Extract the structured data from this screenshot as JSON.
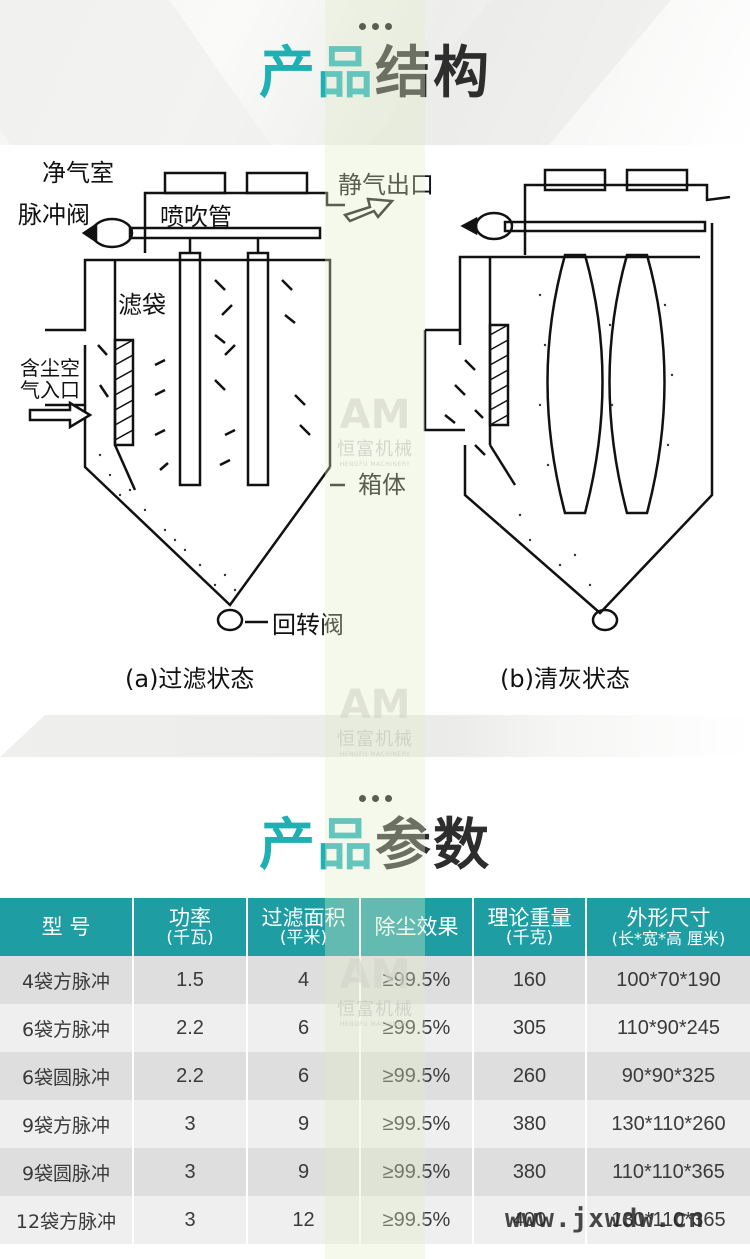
{
  "structure_section": {
    "title_accent": "产品",
    "title_rest": "结构"
  },
  "diagram": {
    "labels": {
      "clean_air_chamber": "净气室",
      "pulse_valve": "脉冲阀",
      "blow_pipe": "喷吹管",
      "clean_air_outlet": "静气出口",
      "filter_bag": "滤袋",
      "dusty_air_inlet_line1": "含尘空",
      "dusty_air_inlet_line2": "气入口",
      "housing": "箱体",
      "rotary_valve": "回转阀"
    },
    "captions": {
      "a": "(a)过滤状态",
      "b": "(b)清灰状态"
    }
  },
  "watermark": {
    "logo": "AM",
    "brand_cn": "恒富机械",
    "brand_en": "HENGFU MACHINERY",
    "site": "www.jxwdw.cn"
  },
  "params_section": {
    "title_accent": "产品",
    "title_rest": "参数"
  },
  "table": {
    "headers": [
      {
        "main": "型 号",
        "sub": ""
      },
      {
        "main": "功率",
        "sub": "(千瓦)"
      },
      {
        "main": "过滤面积",
        "sub": "(平米)"
      },
      {
        "main": "除尘效果",
        "sub": ""
      },
      {
        "main": "理论重量",
        "sub": "(千克)"
      },
      {
        "main": "外形尺寸",
        "sub": "(长*宽*高 厘米)"
      }
    ],
    "rows": [
      [
        "4袋方脉冲",
        "1.5",
        "4",
        "≥99.5%",
        "160",
        "100*70*190"
      ],
      [
        "6袋方脉冲",
        "2.2",
        "6",
        "≥99.5%",
        "305",
        "110*90*245"
      ],
      [
        "6袋圆脉冲",
        "2.2",
        "6",
        "≥99.5%",
        "260",
        "90*90*325"
      ],
      [
        "9袋方脉冲",
        "3",
        "9",
        "≥99.5%",
        "380",
        "130*110*260"
      ],
      [
        "9袋圆脉冲",
        "3",
        "9",
        "≥99.5%",
        "380",
        "110*110*365"
      ],
      [
        "12袋方脉冲",
        "3",
        "12",
        "≥99.5%",
        "400",
        "130*110*365"
      ]
    ]
  },
  "colors": {
    "accent": "#1fb0b4",
    "header_bg": "#1e9ea3",
    "row_odd": "#dedede",
    "row_even": "#efefef"
  }
}
